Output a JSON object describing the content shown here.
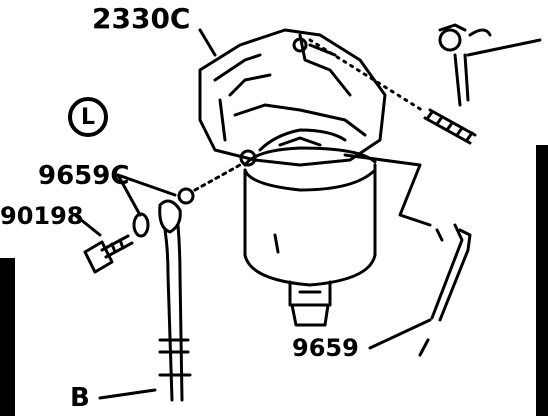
{
  "labels": {
    "part_23300": "2330C",
    "part_9659c": "9659C",
    "part_90198": "90198",
    "part_9659": "9659",
    "ref_b": "B",
    "circle_l": "L"
  },
  "colors": {
    "ink": "#000000",
    "paper": "#ffffff"
  }
}
